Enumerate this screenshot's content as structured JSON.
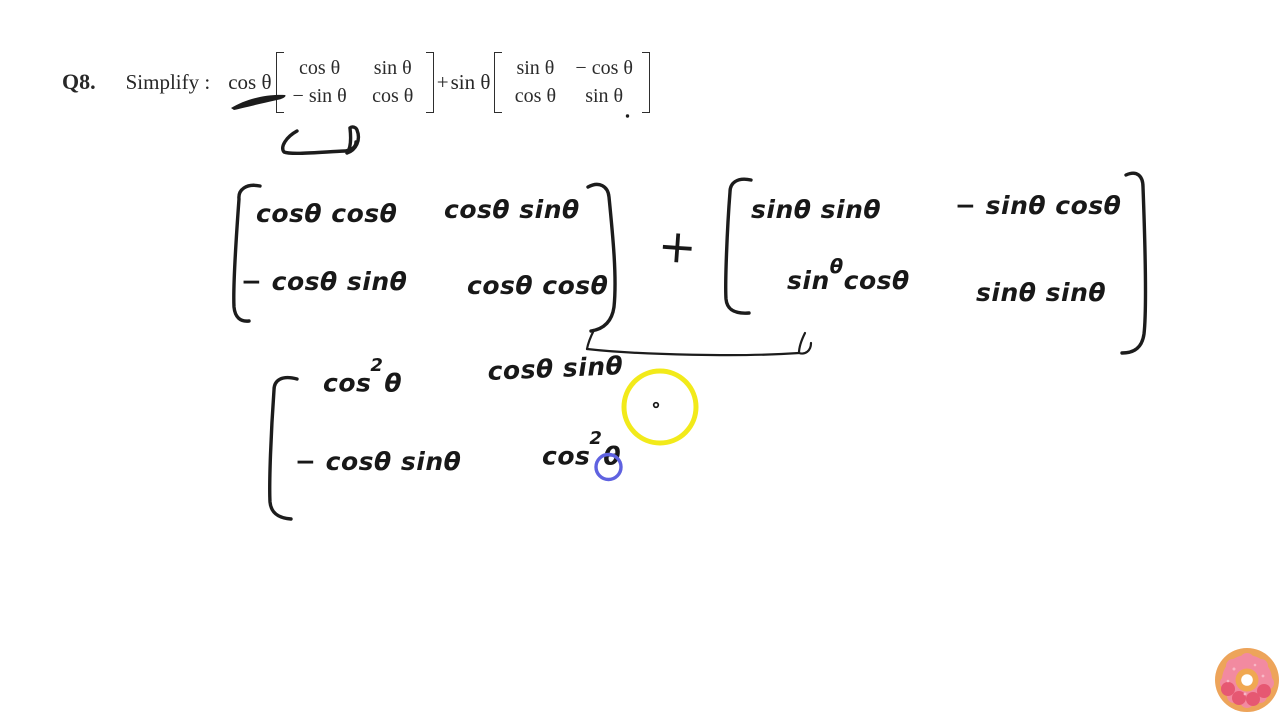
{
  "page": {
    "background": "#ffffff"
  },
  "question": {
    "number": "Q8.",
    "prompt": "Simplify :",
    "coefficient_1": "cos θ",
    "matrix_1": {
      "r1c1": "cos θ",
      "r1c2": "sin θ",
      "r2c1": "− sin θ",
      "r2c2": "cos θ"
    },
    "operator": "+",
    "coefficient_2": "sin θ",
    "matrix_2": {
      "r1c1": "sin θ",
      "r1c2": "− cos θ",
      "r2c1": "cos θ",
      "r2c2": "sin θ"
    }
  },
  "work": {
    "matrix_a": {
      "r1c1": "cosθ cosθ",
      "r1c2": "cosθ sinθ",
      "r2c1": "− cosθ sinθ",
      "r2c2": "cosθ cosθ"
    },
    "operator": "+",
    "matrix_b": {
      "r1c1": "sinθ sinθ",
      "r1c2": "− sinθ cosθ",
      "r2c1_base": "sin",
      "r2c1_sup": "θ",
      "r2c1_tail": "cosθ",
      "r2c2": "sinθ sinθ"
    },
    "matrix_c": {
      "r1c1_base": "cos",
      "r1c1_sup": "2",
      "r1c1_tail": "θ",
      "r1c2": "cosθ sinθ",
      "r2c1": "− cosθ sinθ",
      "r2c2_base": "cos",
      "r2c2_sup": "2",
      "r2c2_tail": "θ"
    }
  },
  "annotations": {
    "ink_color": "#1c1c1c",
    "pointer_color": "#f2ea1a",
    "highlight_color": "#5f62e0"
  },
  "logo": {
    "name": "doubtnut-donut",
    "dough_color": "#eda45a",
    "frosting_color": "#f28aa0",
    "frosting_dark_color": "#e65872",
    "inner_ring_color": "#f0a851",
    "hole_color": "#ffffff",
    "sprinkle_color": "#f7b8c6"
  }
}
